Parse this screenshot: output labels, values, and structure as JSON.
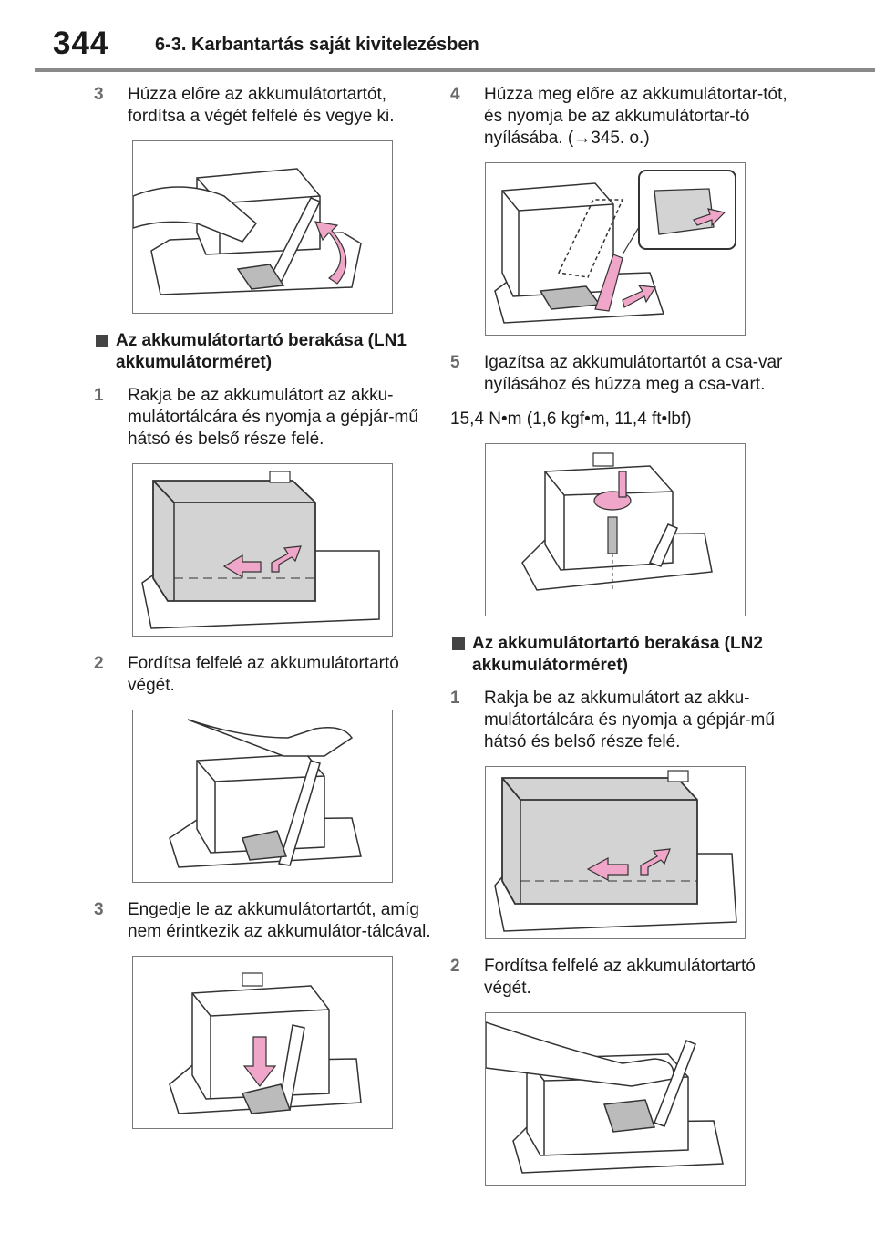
{
  "header": {
    "page_number": "344",
    "section_title": "6-3. Karbantartás saját kivitelezésben"
  },
  "left_column": {
    "step_3a": {
      "num": "3",
      "text": "Húzza előre az akkumulátortartót, fordítsa a végét felfelé és vegye ki."
    },
    "subhead_ln1": "Az akkumulátortartó berakása (LN1 akkumulátorméret)",
    "step_1": {
      "num": "1",
      "text": "Rakja be az akkumulátort az akku-mulátortálcára és nyomja a gépjár-mű hátsó és belső része felé."
    },
    "step_2": {
      "num": "2",
      "text": "Fordítsa felfelé az akkumulátortartó végét."
    },
    "step_3b": {
      "num": "3",
      "text": "Engedje le az akkumulátortartót, amíg nem érintkezik az akkumulátor-tálcával."
    }
  },
  "right_column": {
    "step_4": {
      "num": "4",
      "text": "Húzza meg előre az akkumulátortar-tót, és nyomja be az akkumulátortar-tó nyílásába. (→345. o.)"
    },
    "step_5": {
      "num": "5",
      "text": "Igazítsa az akkumulátortartót a csa-var nyílásához és húzza meg a csa-vart."
    },
    "torque": "15,4 N•m (1,6 kgf•m, 11,4 ft•lbf)",
    "subhead_ln2": "Az akkumulátortartó berakása (LN2 akkumulátorméret)",
    "step_1": {
      "num": "1",
      "text": "Rakja be az akkumulátort az akku-mulátortálcára és nyomja a gépjár-mű hátsó és belső része felé."
    },
    "step_2": {
      "num": "2",
      "text": "Fordítsa felfelé az akkumulátortartó végét."
    }
  },
  "colors": {
    "arrow_pink": "#f0a6c8",
    "battery_gray": "#d3d3d3",
    "line": "#333333"
  }
}
